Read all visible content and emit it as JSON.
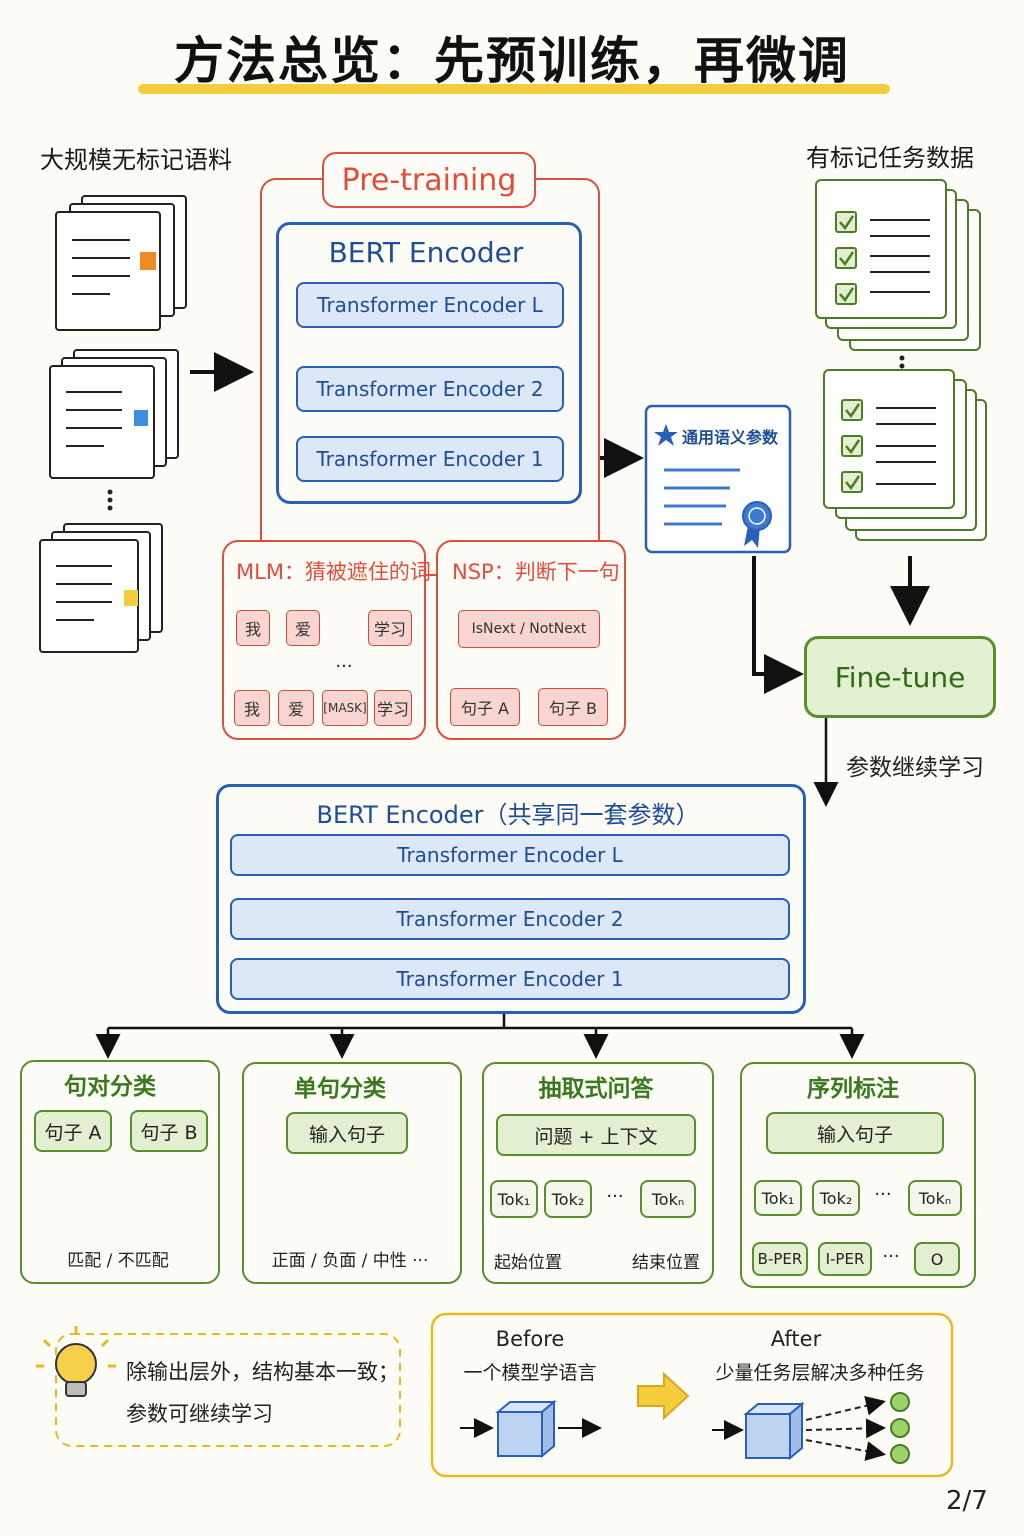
{
  "title": "方法总览：先预训练，再微调",
  "unlabeled_label": "大规模无标记语料",
  "labeled_label": "有标记任务数据",
  "pretrain": {
    "tab": "Pre-training",
    "encoder_title": "BERT Encoder",
    "layers": [
      "Transformer Encoder  L",
      "Transformer Encoder  2",
      "Transformer Encoder  1"
    ],
    "mlm": {
      "title": "MLM：猜被遮住的词",
      "outputs": [
        "我",
        "爱",
        "学习"
      ],
      "inputs": [
        "我",
        "爱",
        "[MASK]",
        "学习"
      ],
      "ellipsis": "···"
    },
    "nsp": {
      "title": "NSP：判断下一句",
      "output": "IsNext / NotNext",
      "inputs": [
        "句子 A",
        "句子 B"
      ]
    }
  },
  "certificate_label": "通用语义参数",
  "finetune": {
    "label": "Fine-tune",
    "continue_label": "参数继续学习"
  },
  "shared_encoder": {
    "title": "BERT Encoder（共享同一套参数）",
    "layers": [
      "Transformer  Encoder   L",
      "Transformer   Encoder    2",
      "Transformer   Encoder    1"
    ]
  },
  "tasks": [
    {
      "title": "句对分类",
      "inputs": [
        "句子 A",
        "句子 B"
      ],
      "output": "匹配 / 不匹配"
    },
    {
      "title": "单句分类",
      "input": "输入句子",
      "output": "正面 / 负面 / 中性 ···"
    },
    {
      "title": "抽取式问答",
      "input": "问题 + 上下文",
      "tokens": [
        "Tok₁",
        "Tok₂",
        "Tokₙ"
      ],
      "ellipsis": "···",
      "out_start": "起始位置",
      "out_end": "结束位置"
    },
    {
      "title": "序列标注",
      "input": "输入句子",
      "tokens": [
        "Tok₁",
        "Tok₂",
        "Tokₙ"
      ],
      "ellipsis": "···",
      "tags": [
        "B-PER",
        "I-PER",
        "O"
      ]
    }
  ],
  "tip": {
    "line1": "除输出层外，结构基本一致；",
    "line2": "参数可继续学习"
  },
  "compare": {
    "before_title": "Before",
    "before_text": "一个模型学语言",
    "after_title": "After",
    "after_text": "少量任务层解决多种任务"
  },
  "page_number": "2/7",
  "colors": {
    "red": "#e24e3c",
    "blue": "#2a5fb7",
    "green": "#5a8f2d",
    "yellow": "#f3cd3d"
  }
}
